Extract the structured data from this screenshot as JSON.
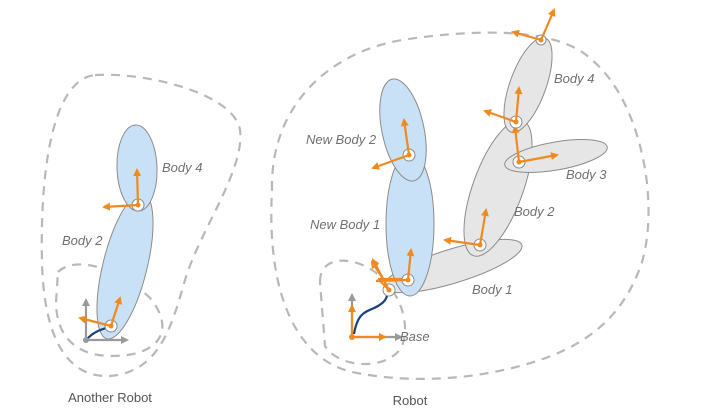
{
  "left_robot": {
    "caption": "Another Robot",
    "labels": {
      "body4": "Body 4",
      "body2": "Body 2"
    }
  },
  "right_robot": {
    "caption": "Robot",
    "labels": {
      "new_body2": "New Body 2",
      "new_body1": "New Body 1",
      "body1": "Body 1",
      "body2": "Body 2",
      "body3": "Body 3",
      "body4": "Body 4",
      "base": "Base"
    }
  },
  "colors": {
    "new_body": "#c9e1f6",
    "body": "#e6e6e6",
    "frame_axis": "#f08a1e",
    "world_axis": "#9a9a9a",
    "connection": "#1f3f7a"
  }
}
